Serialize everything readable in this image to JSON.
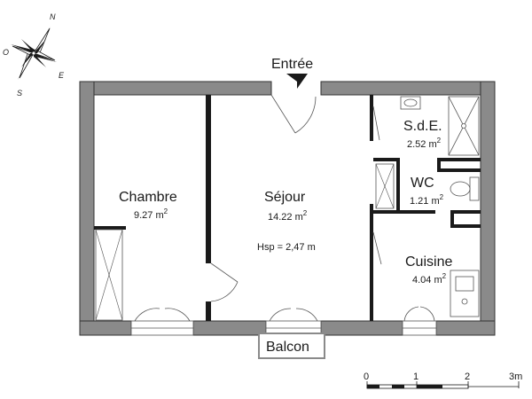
{
  "compass": {
    "n": "N",
    "o": "O",
    "s": "S",
    "e": "E"
  },
  "entrance": {
    "label": "Entrée"
  },
  "rooms": {
    "chambre": {
      "name": "Chambre",
      "area": "9.27 m",
      "sup": "2"
    },
    "sejour": {
      "name": "Séjour",
      "area": "14.22 m",
      "sup": "2",
      "height": "Hsp = 2,47 m"
    },
    "sde": {
      "name": "S.d.E.",
      "area": "2.52 m",
      "sup": "2"
    },
    "wc": {
      "name": "WC",
      "area": "1.21 m",
      "sup": "2"
    },
    "cuisine": {
      "name": "Cuisine",
      "area": "4.04 m",
      "sup": "2"
    }
  },
  "balcon": {
    "label": "Balcon"
  },
  "scale": {
    "ticks": [
      "0",
      "1",
      "2",
      "3m"
    ]
  },
  "colors": {
    "wall": "#8a8a8a",
    "wall_outline": "#333333",
    "fixture": "#555555"
  }
}
